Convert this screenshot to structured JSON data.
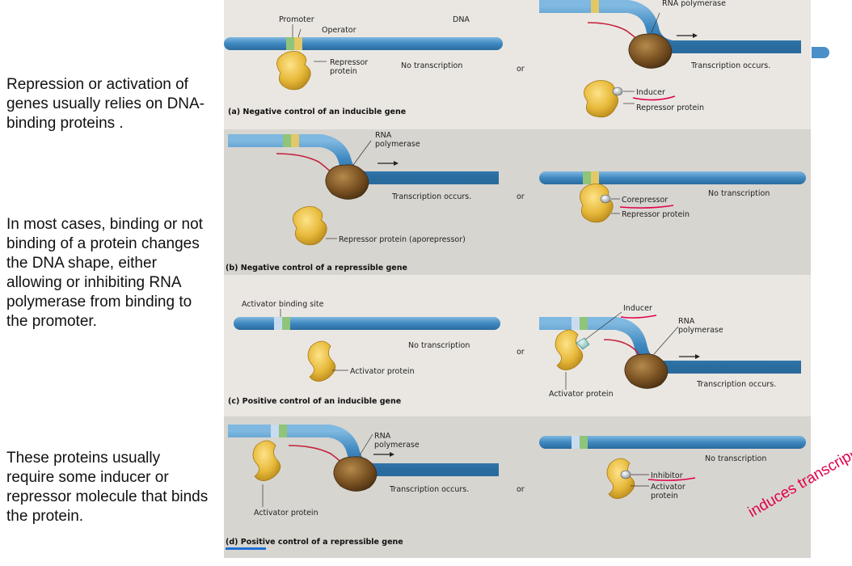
{
  "side": {
    "p1": "Repression or activation of genes usually relies on DNA-binding proteins .",
    "p2": "In most cases, binding or not binding of a protein changes the DNA shape, either allowing or inhibiting RNA polymerase from binding to the promoter.",
    "p3": "These proteins usually require some inducer or repressor molecule that binds the protein."
  },
  "a": {
    "promoter": "Promoter",
    "operator": "Operator",
    "dna": "DNA",
    "repressor_protein": "Repressor protein",
    "no_transcription": "No transcription",
    "or": "or",
    "rna_polymerase": "RNA polymerase",
    "transcription_occurs": "Transcription occurs.",
    "inducer": "Inducer",
    "repressor_protein_right": "Repressor protein",
    "caption": "(a) Negative control of an inducible gene"
  },
  "b": {
    "rna_polymerase": "RNA polymerase",
    "transcription_occurs": "Transcription occurs.",
    "or": "or",
    "repressor_aporepressor": "Repressor protein (aporepressor)",
    "corepressor": "Corepressor",
    "repressor_protein": "Repressor protein",
    "no_transcription": "No transcription",
    "caption": "(b) Negative control of a repressible gene"
  },
  "c": {
    "activator_binding_site": "Activator binding site",
    "activator_protein": "Activator protein",
    "no_transcription": "No transcription",
    "or": "or",
    "inducer": "Inducer",
    "rna_polymerase": "RNA polymerase",
    "transcription_occurs": "Transcription occurs.",
    "activator_protein_right": "Activator protein",
    "caption": "(c) Positive control of an inducible gene"
  },
  "d": {
    "rna_polymerase": "RNA polymerase",
    "transcription_occurs": "Transcription occurs.",
    "activator_protein": "Activator protein",
    "or": "or",
    "no_transcription": "No transcription",
    "inhibitor": "Inhibitor",
    "activator_protein_right": "Activator protein",
    "caption": "(d) Positive control of a repressible gene"
  },
  "handwritten_note": "induces transcription",
  "colors": {
    "dna": "#3f88c0",
    "protein": "#e7b93a",
    "polymerase": "#7a5222",
    "annotation": "#e0004a"
  }
}
